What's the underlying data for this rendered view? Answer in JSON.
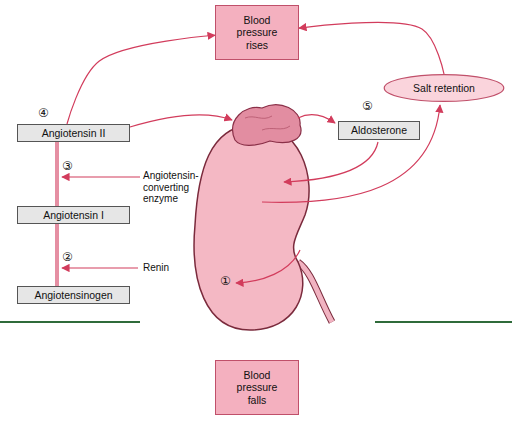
{
  "diagram": {
    "nodes": [
      {
        "text": [
          "Blood pressure rises"
        ]
      },
      {
        "text": [
          "Salt retention"
        ]
      },
      {
        "text": [
          "Angiotensin II"
        ]
      },
      {
        "text": [
          "Aldosterone"
        ]
      },
      {
        "text": [
          "Angiotensin I"
        ]
      },
      {
        "text": [
          "Angiotensinogen"
        ]
      },
      {
        "text": [
          "Blood pressure falls"
        ]
      }
    ],
    "edges": [
      {
        "from": 2,
        "to": 0,
        "arrow": "to"
      },
      {
        "from": 1,
        "to": 0,
        "arrow": "to"
      },
      {
        "from": 5,
        "to": 4,
        "arrow": "none"
      },
      {
        "from": 4,
        "to": 2,
        "arrow": "none"
      }
    ],
    "labels": [
      "⑤",
      "④",
      "③",
      "Angiotensin-converting enzyme",
      "②",
      "Renin",
      "①"
    ]
  }
}
